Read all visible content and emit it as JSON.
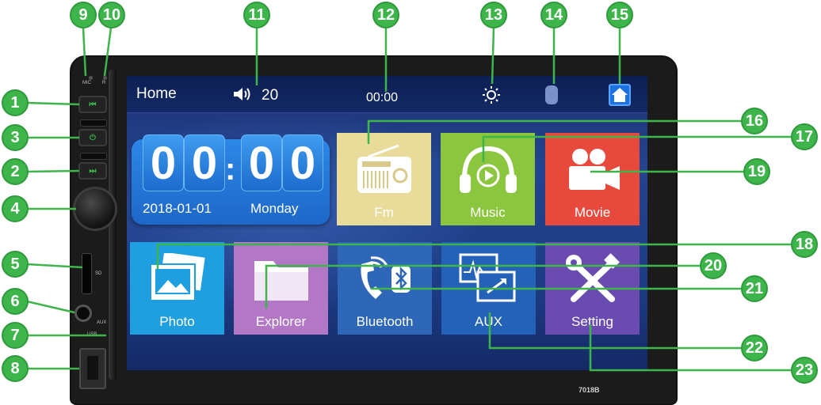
{
  "status_bar": {
    "home_label": "Home",
    "volume_value": "20",
    "time": "00:00"
  },
  "clock": {
    "hour_tens": "0",
    "hour_ones": "0",
    "minute_tens": "0",
    "minute_ones": "0",
    "colon": ":",
    "date": "2018-01-01",
    "weekday": "Monday"
  },
  "tiles": [
    {
      "label": "Fm",
      "color": "#e9dc9a",
      "icon": "radio-icon"
    },
    {
      "label": "Music",
      "color": "#8cc63f",
      "icon": "headphones-icon"
    },
    {
      "label": "Movie",
      "color": "#e74a3c",
      "icon": "movie-camera-icon"
    },
    {
      "label": "Photo",
      "color": "#1f9fe0",
      "icon": "photo-icon"
    },
    {
      "label": "Explorer",
      "color": "#b277c5",
      "icon": "folder-icon"
    },
    {
      "label": "Bluetooth",
      "color": "#2e67b8",
      "icon": "bluetooth-phone-icon"
    },
    {
      "label": "AUX",
      "color": "#2462b8",
      "icon": "aux-icon"
    },
    {
      "label": "Setting",
      "color": "#6a4bb0",
      "icon": "tools-icon"
    }
  ],
  "device": {
    "model": "7018B",
    "side_buttons": [
      "⏮",
      "⏻",
      "⏭"
    ],
    "mic_label": "MIC",
    "rst_label": "R",
    "sd_label": "SD",
    "aux_label": "AUX",
    "usb_label": "USB"
  },
  "callouts": [
    "1",
    "2",
    "3",
    "4",
    "5",
    "6",
    "7",
    "8",
    "9",
    "10",
    "11",
    "12",
    "13",
    "14",
    "15",
    "16",
    "17",
    "18",
    "19",
    "20",
    "21",
    "22",
    "23"
  ],
  "colors": {
    "callout_green": "#3db54a",
    "bezel": "#1b1b1c",
    "screen_blue": "#23448f"
  }
}
